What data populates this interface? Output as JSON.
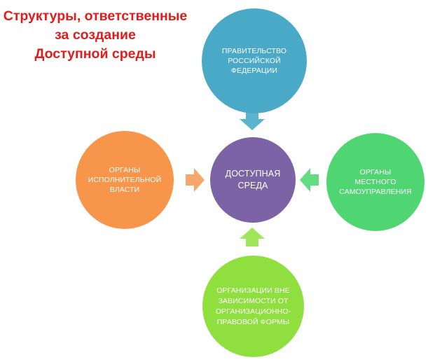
{
  "title": {
    "line1": "Структуры, ответственные",
    "line2": "за создание",
    "line3": "Доступной среды"
  },
  "nodes": {
    "center": {
      "label": "ДОСТУПНАЯ\nСРЕДА",
      "color": "#7b63a5"
    },
    "top": {
      "label": "ПРАВИТЕЛЬСТВО\nРОССИЙСКОЙ\nФЕДЕРАЦИИ",
      "color": "#4aa9c6"
    },
    "left": {
      "label": "ОРГАНЫ\nИСПОЛНИТЕЛЬНОЙ\nВЛАСТИ",
      "color": "#f7954a"
    },
    "right": {
      "label": "ОРГАНЫ\nМЕСТНОГО\nСАМОУПРАВЛЕНИЯ",
      "color": "#4fd672"
    },
    "bottom": {
      "label": "ОРГАНИЗАЦИИ ВНЕ\nЗАВИСИМОСТИ ОТ\nОРГАНИЗАЦИОННО-\nПРАВОВОЙ ФОРМЫ",
      "color": "#8fdf3e"
    }
  },
  "arrows": {
    "top": "#5bb4cf",
    "left": "#f8a76a",
    "right": "#62dc82",
    "bottom": "#9fe65a"
  }
}
